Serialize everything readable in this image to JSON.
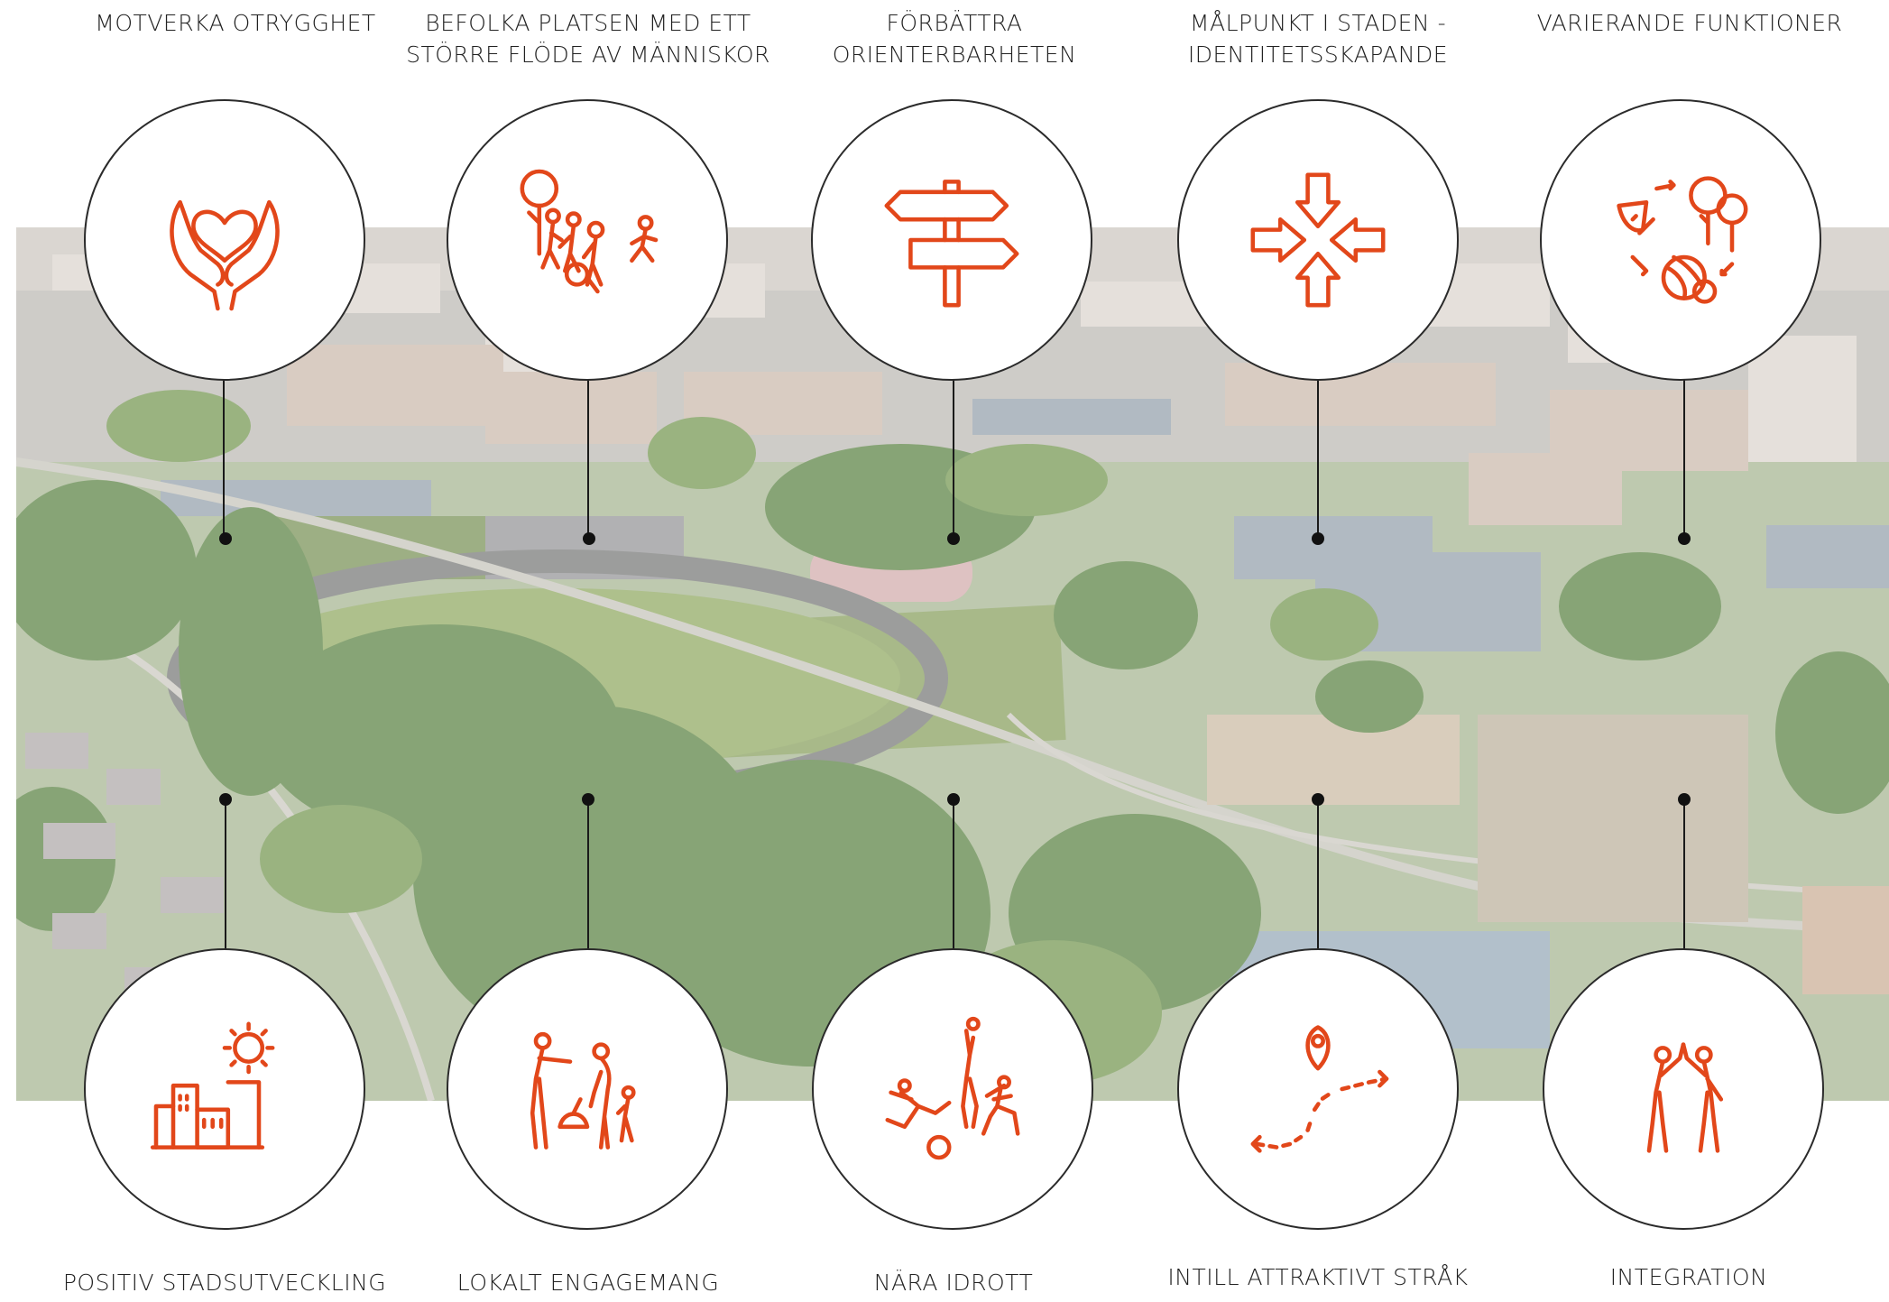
{
  "accent_color": "#e2471a",
  "top_items": [
    {
      "label": "MOTVERKA OTRYGGHET",
      "icon": "heart-hands-icon"
    },
    {
      "label": "BEFOLKA PLATSEN  MED ETT\nSTÖRRE FLÖDE AV MÄNNISKOR",
      "icon": "people-crowd-icon"
    },
    {
      "label": "FÖRBÄTTRA\nORIENTERBARHETEN",
      "icon": "signpost-icon"
    },
    {
      "label": "MÅLPUNKT I STADEN -\nIDENTITETSSKAPANDE",
      "icon": "converging-arrows-icon"
    },
    {
      "label": "VARIERANDE FUNKTIONER",
      "icon": "functions-cycle-icon"
    }
  ],
  "bottom_items": [
    {
      "label": "POSITIV STADSUTVECKLING",
      "icon": "city-sun-icon"
    },
    {
      "label": "LOKALT ENGAGEMANG",
      "icon": "gardening-people-icon"
    },
    {
      "label": "NÄRA IDROTT",
      "icon": "athletes-icon"
    },
    {
      "label": "INTILL ATTRAKTIVT STRÅK",
      "icon": "location-path-icon"
    },
    {
      "label": "INTEGRATION",
      "icon": "high-five-icon"
    }
  ]
}
